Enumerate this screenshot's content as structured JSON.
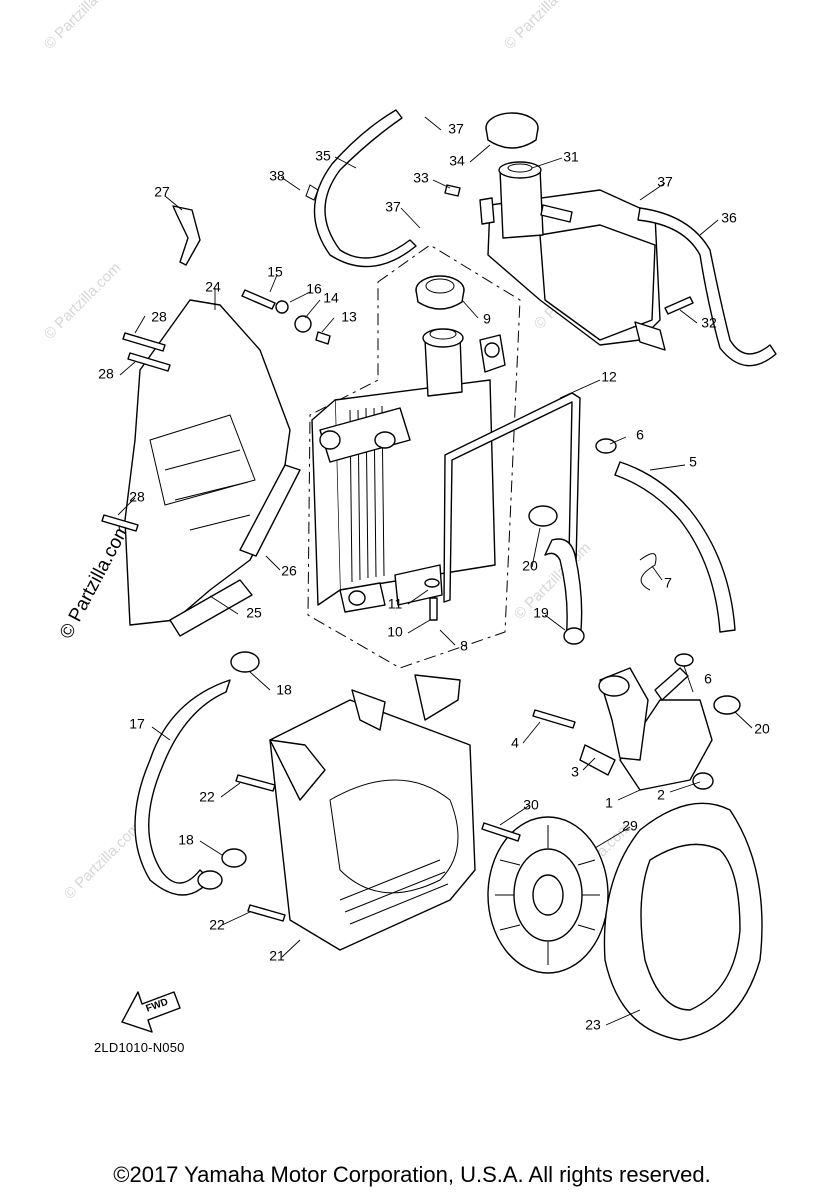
{
  "diagram": {
    "code": "2LD1010-N050",
    "copyright": "©2017 Yamaha Motor Corporation, U.S.A. All rights reserved.",
    "fwd_label": "FWD",
    "watermark": "© Partzilla.com",
    "callouts": [
      "1",
      "2",
      "3",
      "4",
      "5",
      "6",
      "6",
      "7",
      "8",
      "9",
      "10",
      "11",
      "12",
      "13",
      "14",
      "15",
      "16",
      "17",
      "18",
      "18",
      "19",
      "20",
      "20",
      "21",
      "22",
      "22",
      "23",
      "24",
      "25",
      "26",
      "27",
      "28",
      "28",
      "28",
      "29",
      "30",
      "31",
      "32",
      "33",
      "34",
      "35",
      "36",
      "37",
      "37",
      "37",
      "38"
    ]
  }
}
